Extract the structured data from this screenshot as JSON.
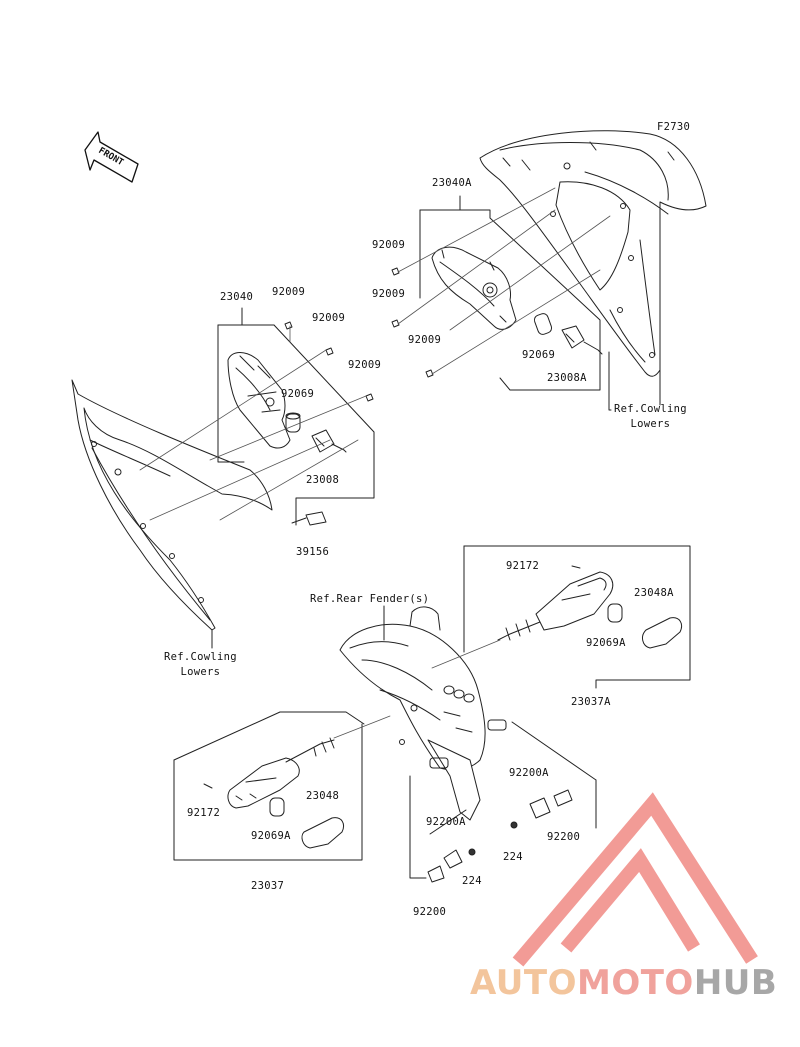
{
  "figure_code": "F2730",
  "front_label": "FRONT",
  "part_labels": {
    "p23040A": "23040A",
    "p92009_a": "92009",
    "p92009_b": "92009",
    "p92009_c": "92009",
    "p92069_r": "92069",
    "p23008A": "23008A",
    "p23040": "23040",
    "p92009_d": "92009",
    "p92009_e": "92009",
    "p92009_f": "92009",
    "p92069_l": "92069",
    "p23008": "23008",
    "p39156": "39156",
    "p92172_r": "92172",
    "p23048A": "23048A",
    "p92069A_r": "92069A",
    "p23037A": "23037A",
    "p92172_l": "92172",
    "p23048": "23048",
    "p92069A_l": "92069A",
    "p23037": "23037",
    "p92200A_r": "92200A",
    "p92200_r": "92200",
    "p224_r": "224",
    "p92200A_l": "92200A",
    "p224_l": "224",
    "p92200_l": "92200"
  },
  "ref_labels": {
    "cowling_right": "Ref.Cowling\nLowers",
    "cowling_left": "Ref.Cowling\nLowers",
    "rear_fender": "Ref.Rear Fender(s)"
  },
  "watermark": {
    "part1": "AUTO",
    "part2": "MOTO",
    "part3": "HUB",
    "color_auto": "#f3c59c",
    "color_moto": "#f0a29c",
    "color_hub": "#a7a7a7",
    "logo_color": "#f08a84"
  }
}
